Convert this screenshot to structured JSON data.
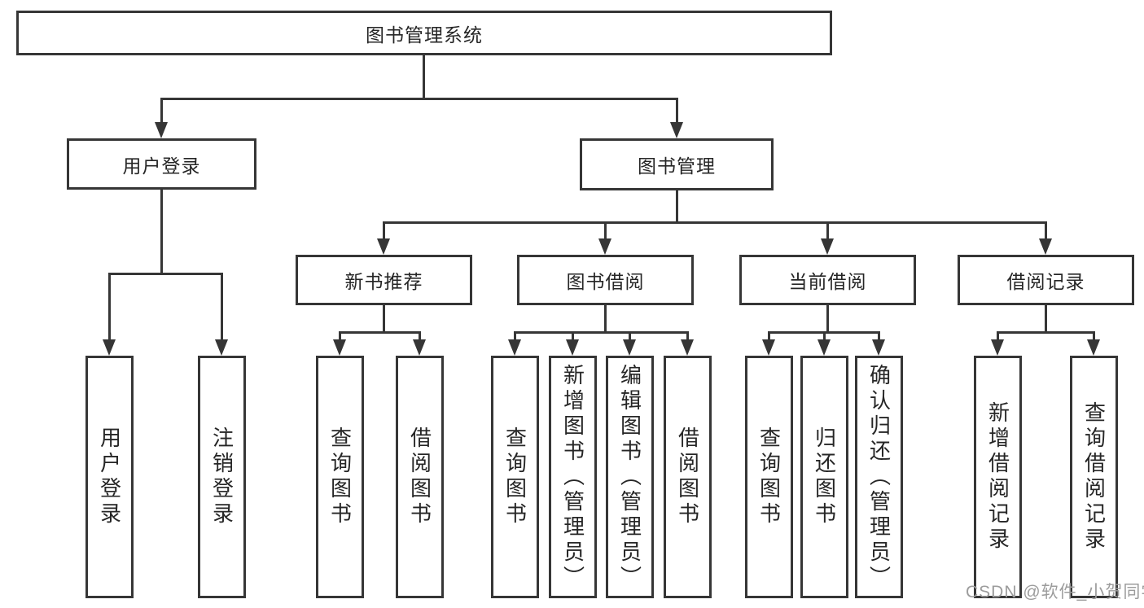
{
  "diagram": {
    "title_node": {
      "label": "图书管理系统"
    },
    "level2": [
      {
        "id": "user-login",
        "label": "用户登录"
      },
      {
        "id": "book-management",
        "label": "图书管理"
      }
    ],
    "level3": [
      {
        "id": "new-book-recommend",
        "label": "新书推荐",
        "parent": "图书管理"
      },
      {
        "id": "book-borrow",
        "label": "图书借阅",
        "parent": "图书管理"
      },
      {
        "id": "current-borrow",
        "label": "当前借阅",
        "parent": "图书管理"
      },
      {
        "id": "borrow-records",
        "label": "借阅记录",
        "parent": "图书管理"
      }
    ],
    "leaves": [
      {
        "label": "用户登录",
        "parent": "用户登录"
      },
      {
        "label": "注销登录",
        "parent": "用户登录"
      },
      {
        "label": "查询图书",
        "parent": "新书推荐"
      },
      {
        "label": "借阅图书",
        "parent": "新书推荐"
      },
      {
        "label": "查询图书",
        "parent": "图书借阅"
      },
      {
        "label": "新增图书（管理员）",
        "parent": "图书借阅"
      },
      {
        "label": "编辑图书（管理员）",
        "parent": "图书借阅"
      },
      {
        "label": "借阅图书",
        "parent": "图书借阅"
      },
      {
        "label": "查询图书",
        "parent": "当前借阅"
      },
      {
        "label": "归还图书",
        "parent": "当前借阅"
      },
      {
        "label": "确认归还（管理员）",
        "parent": "当前借阅"
      },
      {
        "label": "新增借阅记录",
        "parent": "借阅记录"
      },
      {
        "label": "查询借阅记录",
        "parent": "借阅记录"
      }
    ],
    "colors": {
      "line": "#363636",
      "box_border": "#363636",
      "box_fill": "#ffffff",
      "text": "#262626",
      "background": "#ffffff",
      "watermark": "#9c9c9c"
    }
  },
  "watermark": {
    "text": "CSDN @软件_小贺同学"
  }
}
